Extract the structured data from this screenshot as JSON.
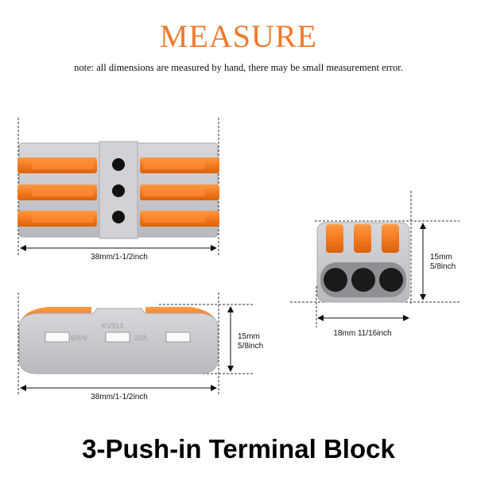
{
  "header": {
    "title": "MEASURE",
    "note": "note: all dimensions are measured by hand, there may be small measurement error."
  },
  "top_view": {
    "width_label": "38mm/1-1/2inch"
  },
  "side_view": {
    "width_label": "38mm/1-1/2inch",
    "height_label_line1": "15mm",
    "height_label_line2": "5/8inch",
    "markings": [
      "KV313",
      "600V",
      "32A"
    ]
  },
  "end_view": {
    "width_label": "18mm 11/16inch",
    "height_label_line1": "15mm",
    "height_label_line2": "5/8inch"
  },
  "footer": {
    "product_name": "3-Push-in Terminal Block"
  },
  "colors": {
    "accent": "#f07a2c",
    "lever_orange": "#f47a20",
    "body_grey": "#c9c9cd",
    "port_black": "#1a1a1a"
  }
}
